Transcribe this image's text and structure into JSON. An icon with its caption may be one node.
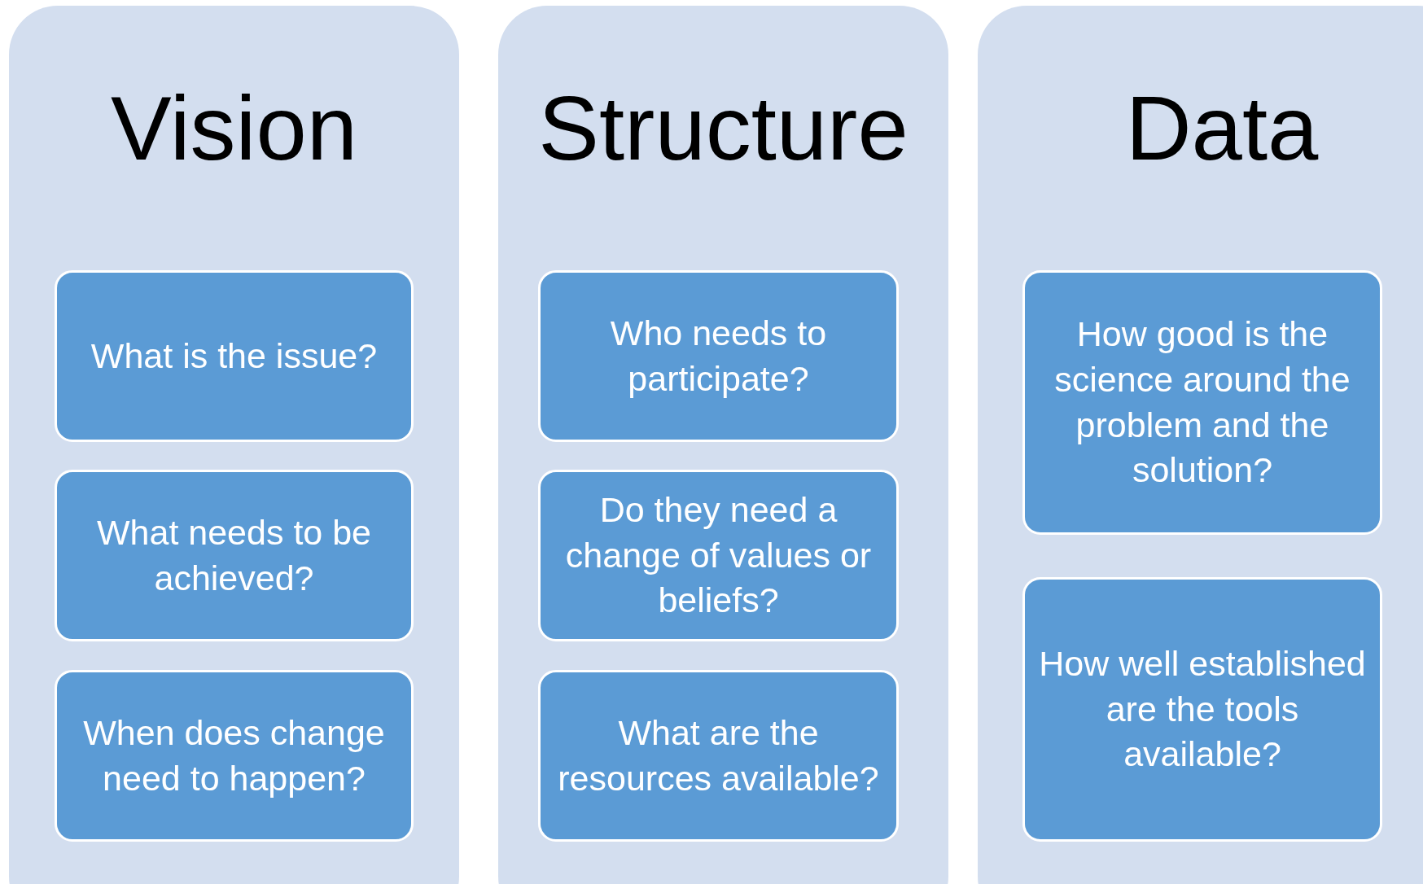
{
  "diagram": {
    "nodes": [
      {
        "text": [
          "Vision"
        ]
      },
      {
        "text": [
          "What is the issue?"
        ],
        "in": 0
      },
      {
        "text": [
          "What needs to be achieved?"
        ],
        "in": 0
      },
      {
        "text": [
          "When does change need to happen?"
        ],
        "in": 0
      },
      {
        "text": [
          "Structure"
        ]
      },
      {
        "text": [
          "Who needs to participate?"
        ],
        "in": 4
      },
      {
        "text": [
          "Do they need a change of values or beliefs?"
        ],
        "in": 4
      },
      {
        "text": [
          "What are the resources available?"
        ],
        "in": 4
      },
      {
        "text": [
          "Data"
        ]
      },
      {
        "text": [
          "How good is the science around the problem and the solution?"
        ],
        "in": 8
      },
      {
        "text": [
          "How well established are the tools available?"
        ],
        "in": 8
      }
    ]
  }
}
